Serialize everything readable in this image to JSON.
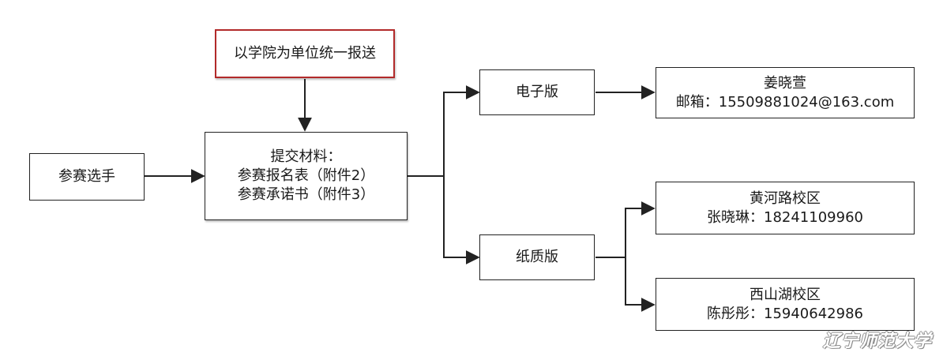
{
  "nodes": {
    "top_note": "以学院为单位统一报送",
    "participant": "参赛选手",
    "materials": {
      "line1": "提交材料：",
      "line2": "参赛报名表（附件2）",
      "line3": "参赛承诺书（附件3）"
    },
    "electronic": "电子版",
    "paper": "纸质版",
    "contact_email": {
      "name": "姜晓萱",
      "detail": "邮箱：15509881024@163.com"
    },
    "huanghe": {
      "name": "黄河路校区",
      "detail": "张晓琳：18241109960"
    },
    "xishanhu": {
      "name": "西山湖校区",
      "detail": "陈彤彤：15940642986"
    }
  },
  "watermark": "辽宁师范大学",
  "colors": {
    "line": "#222222",
    "accent_border": "#b22a2a"
  }
}
